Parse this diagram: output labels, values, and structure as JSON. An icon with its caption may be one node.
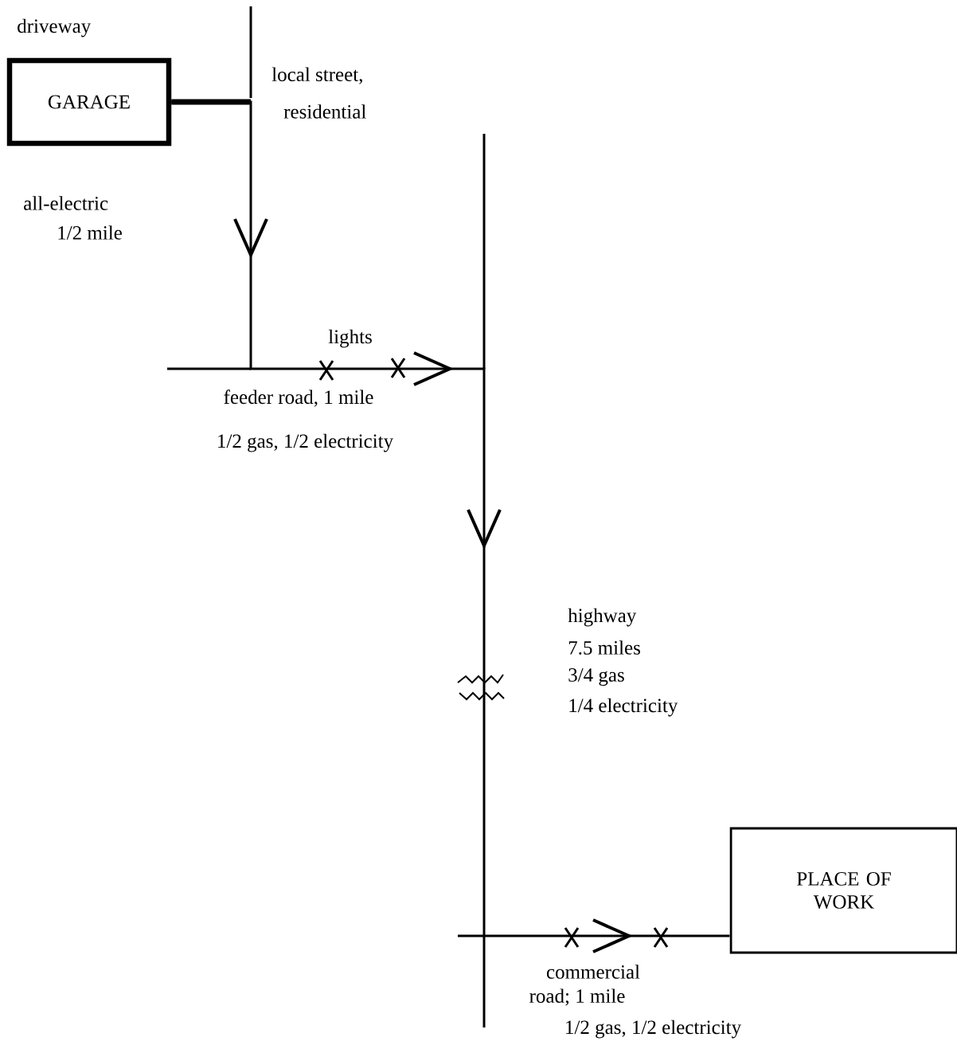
{
  "diagram": {
    "nodes": [
      {
        "text": [
          "GARAGE"
        ]
      },
      {
        "text": [
          "PLACE OF WORK"
        ]
      }
    ],
    "edges": [
      {
        "from": 0,
        "to": 1,
        "arrow": "to"
      }
    ],
    "labels": [
      "driveway",
      "local street,",
      "residential",
      "all-electric",
      "1/2 mile",
      "lights",
      "feeder road,  1 mile",
      "1/2 gas, 1/2 electricity",
      "highway",
      "7.5 miles",
      "3/4 gas",
      "1/4 electricity",
      "commercial",
      "road; 1 mile",
      "1/2 gas,  1/2 electricity"
    ]
  }
}
